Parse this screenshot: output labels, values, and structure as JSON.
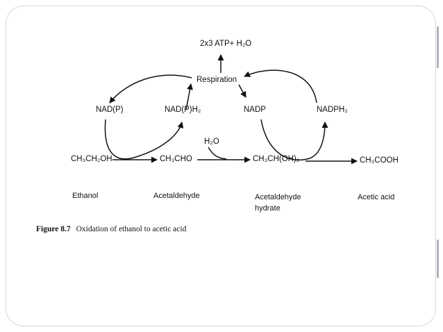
{
  "slide": {
    "frame_color": "#d6d6d6",
    "edge_mark_color": "#aeb4bc"
  },
  "diagram": {
    "atp_label": "2x3 ATP+ H₂O",
    "respiration": "Respiration",
    "nadp_left": "NAD(P)",
    "nadph2_left": "NAD(P)H₂",
    "nadp_right": "NADP",
    "nadph2_right": "NADPH₂",
    "water": "H₂O",
    "formulas": {
      "ethanol": "CH₃CH₂OH",
      "acetaldehyde": "CH₃CHO",
      "hydrate": "CH₃CH(OH)₂",
      "acetic_acid": "CH₃COOH"
    },
    "names": {
      "ethanol": "Ethanol",
      "acetaldehyde": "Acetaldehyde",
      "hydrate_line1": "Acetaldehyde",
      "hydrate_line2": "hydrate",
      "acetic_acid": "Acetic acid"
    }
  },
  "caption": {
    "figure": "Figure 8.7",
    "text": "Oxidation of ethanol to acetic acid"
  }
}
